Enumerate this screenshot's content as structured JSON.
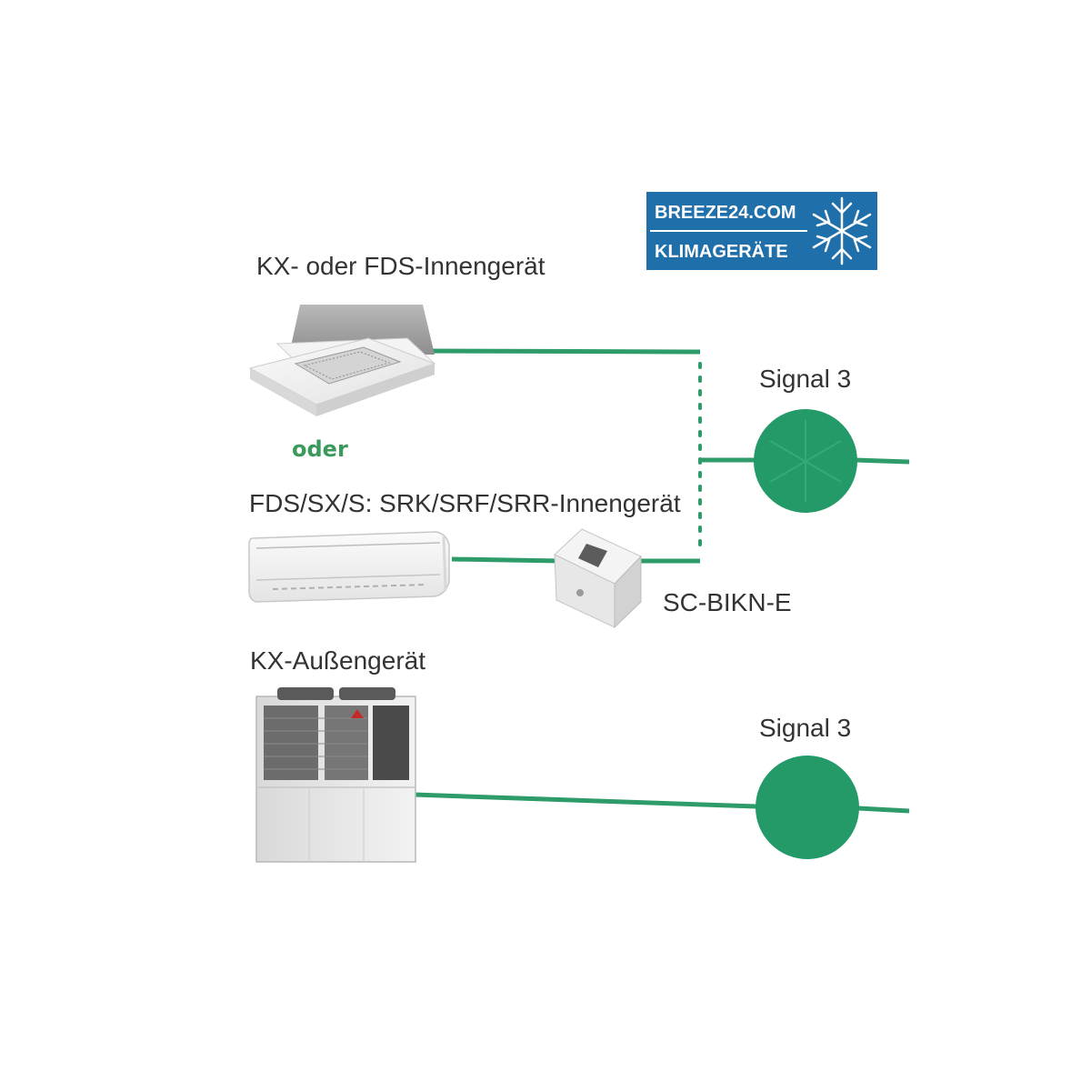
{
  "colors": {
    "line": "#2e9c6a",
    "signal_fill": "#249a68",
    "badge_bg": "#1e6faa",
    "oder": "#3a9a5c"
  },
  "badge": {
    "line1": "BREEZE24.COM",
    "line2": "KLIMAGERÄTE",
    "icon": "snowflake-icon"
  },
  "labels": {
    "cassette_unit": "KX- oder FDS-Innengerät",
    "oder": "oder",
    "wall_unit": "FDS/SX/S: SRK/SRF/SRR-Innengerät",
    "interface": "SC-BIKN-E",
    "outdoor_unit": "KX-Außengerät",
    "signal_top": "Signal 3",
    "signal_bottom": "Signal 3"
  }
}
